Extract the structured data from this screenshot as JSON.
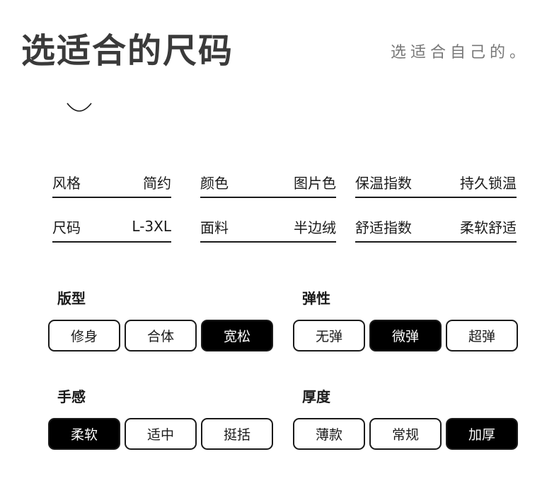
{
  "header": {
    "title": "选适合的尺码",
    "subtitle": "选适合自己的。"
  },
  "specs": [
    [
      {
        "label": "风格",
        "value": "简约"
      },
      {
        "label": "颜色",
        "value": "图片色"
      },
      {
        "label": "保温指数",
        "value": "持久锁温"
      }
    ],
    [
      {
        "label": "尺码",
        "value": "L-3XL"
      },
      {
        "label": "面料",
        "value": "半边绒"
      },
      {
        "label": "舒适指数",
        "value": "柔软舒适"
      }
    ]
  ],
  "options": {
    "fit": {
      "label": "版型",
      "choices": [
        "修身",
        "合体",
        "宽松"
      ],
      "selected": "宽松"
    },
    "elasticity": {
      "label": "弹性",
      "choices": [
        "无弹",
        "微弹",
        "超弹"
      ],
      "selected": "微弹"
    },
    "feel": {
      "label": "手感",
      "choices": [
        "柔软",
        "适中",
        "挺括"
      ],
      "selected": "柔软"
    },
    "thickness": {
      "label": "厚度",
      "choices": [
        "薄款",
        "常规",
        "加厚"
      ],
      "selected": "加厚"
    }
  },
  "colors": {
    "text": "#1a1a1a",
    "selected_bg": "#000000",
    "title": "#3a3a3a",
    "subtitle": "#777777"
  }
}
